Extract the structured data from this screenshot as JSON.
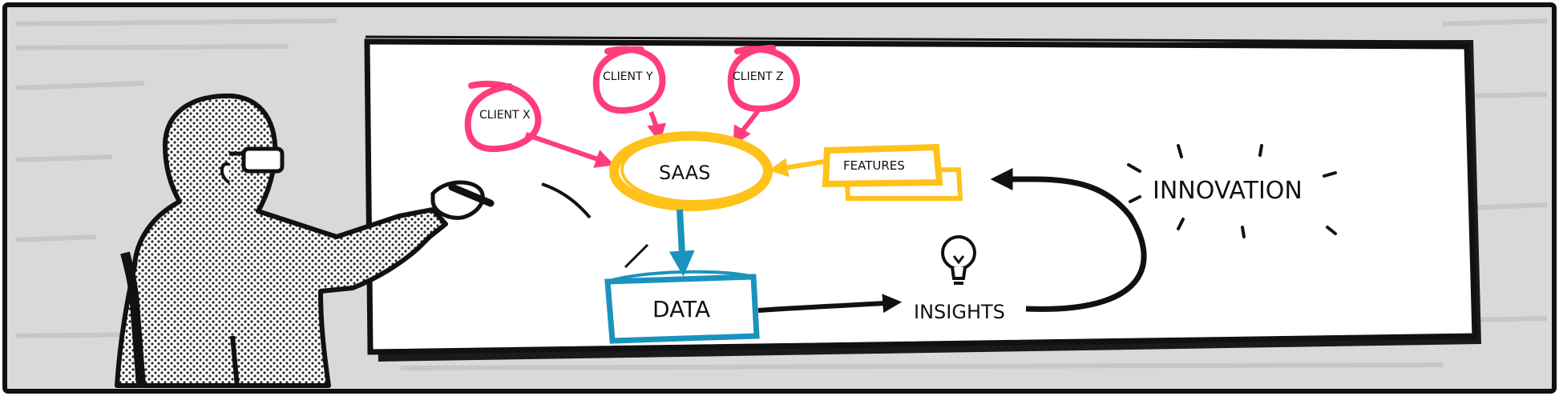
{
  "diagram": {
    "clients": [
      {
        "id": "client-x",
        "label": "CLIENT X"
      },
      {
        "id": "client-y",
        "label": "CLIENT Y"
      },
      {
        "id": "client-z",
        "label": "CLIENT Z"
      }
    ],
    "hub_label": "SAAS",
    "features_label": "FEATURES",
    "data_label": "DATA",
    "insights_label": "INSIGHTS",
    "innovation_label": "INNOVATION"
  },
  "colors": {
    "client_pink": "#ff3d7a",
    "saas_yellow": "#ffc21a",
    "data_blue": "#1a93bd",
    "ink": "#111111",
    "frame_gray": "#d6d6d6",
    "halftone": "#222222"
  },
  "icons": [
    "lightbulb-icon",
    "marker-pen-icon"
  ]
}
